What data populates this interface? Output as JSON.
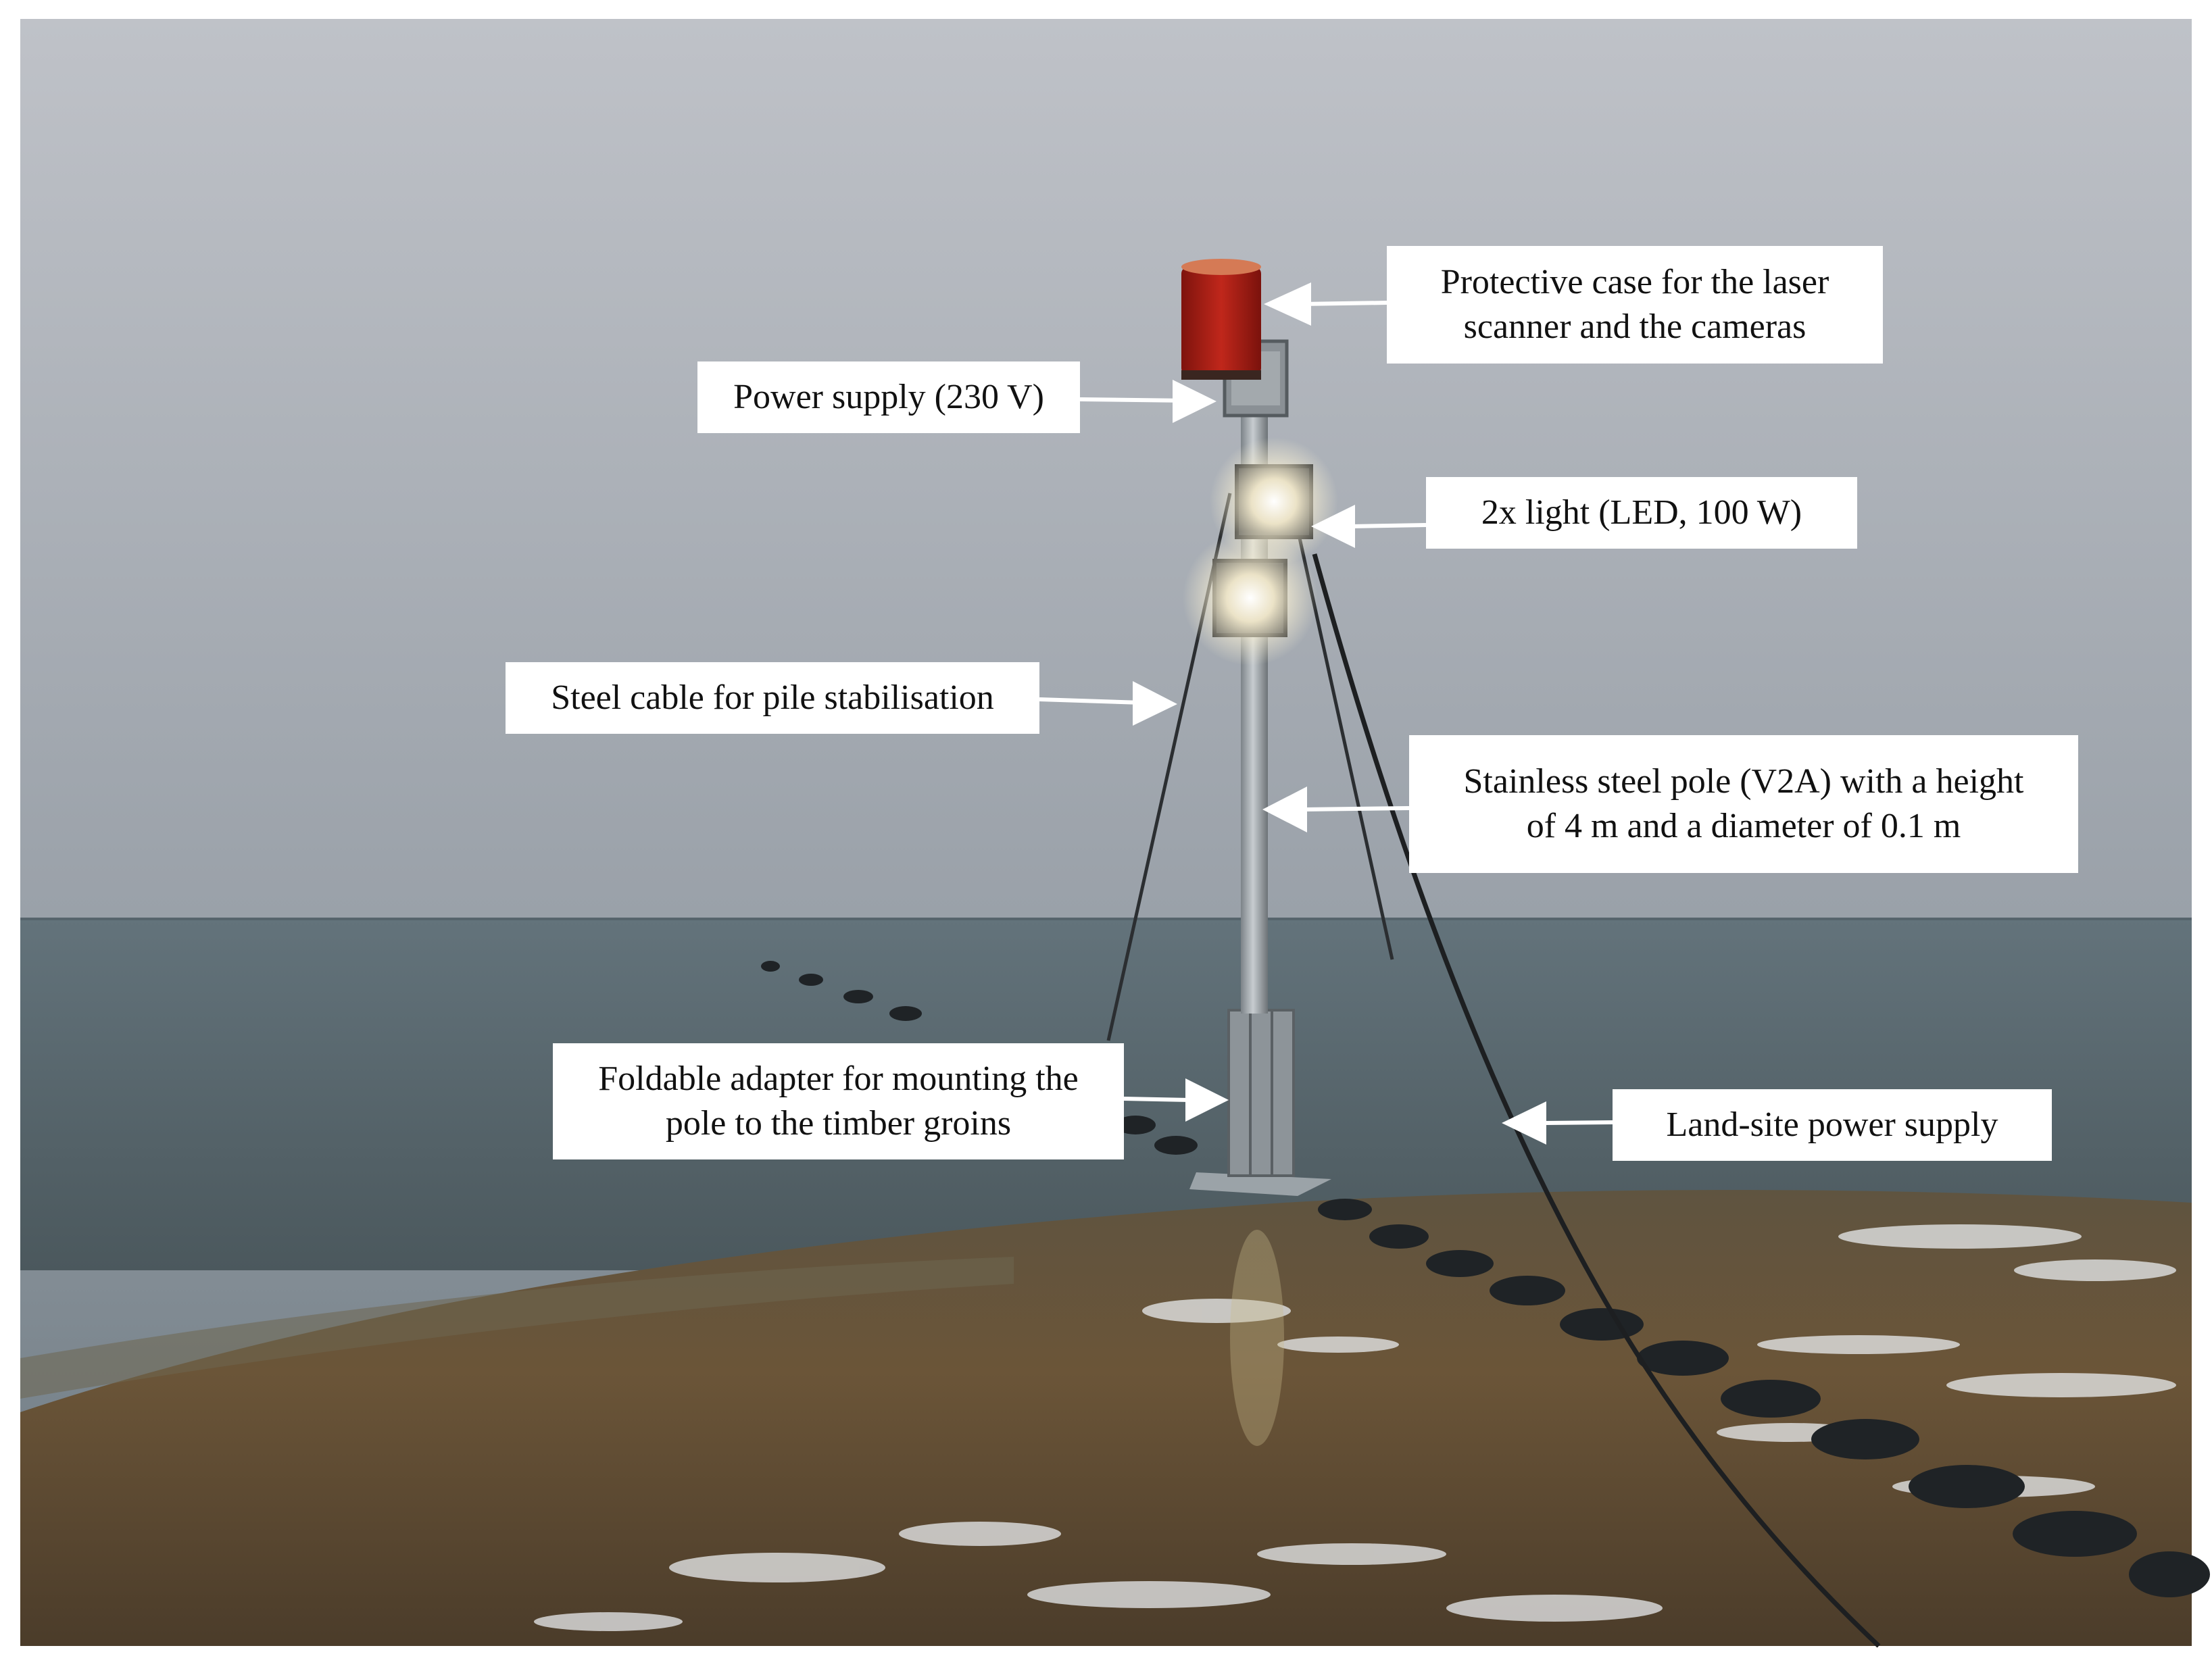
{
  "colors": {
    "sky_top": "#b9bcc3",
    "sky_mid": "#8e969f",
    "sky_horizon": "#6f7b84",
    "sea_far": "#5d6e77",
    "sea_near": "#4a565b",
    "sand_wet": "#6a5437",
    "sand_dark": "#3b2f22",
    "case_red": "#b21f16",
    "pole_steel": "#9aa1a6",
    "light_glow": "#fff6d8",
    "arrow_white": "#ffffff",
    "label_bg": "#ffffff",
    "label_text": "#111111"
  },
  "photo": {
    "subject": "measurement-pole-on-groin",
    "labels": [
      {
        "id": "protective-case",
        "lines": [
          "Protective case for the laser",
          "scanner and the cameras"
        ]
      },
      {
        "id": "power-supply",
        "lines": [
          "Power supply (230 V)"
        ]
      },
      {
        "id": "lights",
        "lines": [
          "2x light (LED, 100 W)"
        ]
      },
      {
        "id": "steel-cable",
        "lines": [
          "Steel cable for pile stabilisation"
        ]
      },
      {
        "id": "steel-pole",
        "lines": [
          "Stainless steel pole (V2A) with a height",
          "of 4 m and a diameter of 0.1 m"
        ]
      },
      {
        "id": "foldable-adapter",
        "lines": [
          "Foldable adapter for mounting the",
          "pole to the timber groins"
        ]
      },
      {
        "id": "land-power",
        "lines": [
          "Land-site power supply"
        ]
      }
    ]
  }
}
